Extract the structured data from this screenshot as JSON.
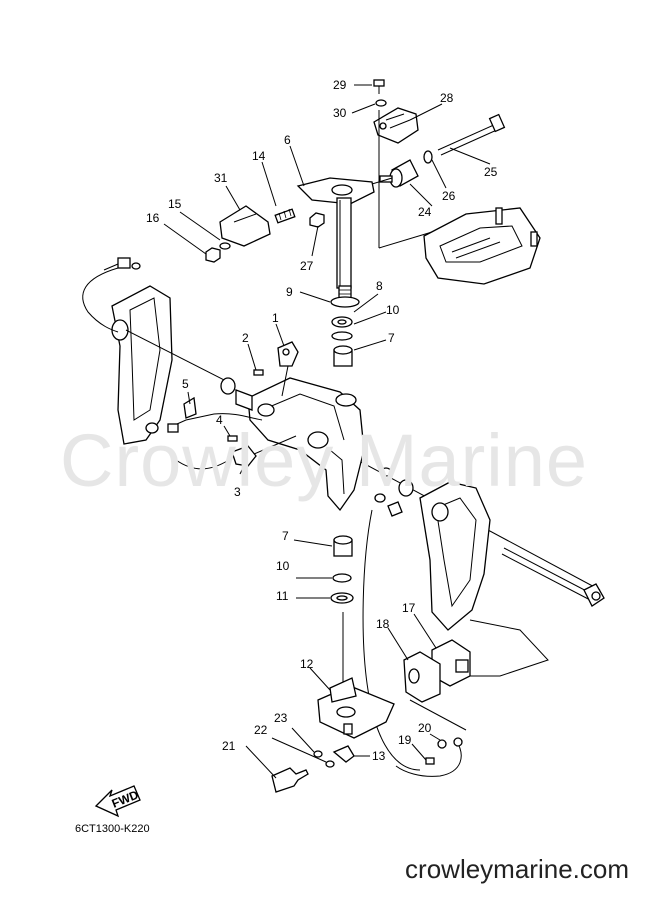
{
  "watermark": "Crowley Marine",
  "part_code": "6CT1300-K220",
  "site_url": "crowleymarine.com",
  "fwd_label": "FWD",
  "callouts": {
    "c29": "29",
    "c30": "30",
    "c28": "28",
    "c6": "6",
    "c14": "14",
    "c31": "31",
    "c25": "25",
    "c26": "26",
    "c24": "24",
    "c15": "15",
    "c16": "16",
    "c27": "27",
    "c8": "8",
    "c9": "9",
    "c10a": "10",
    "c1": "1",
    "c2": "2",
    "c7a": "7",
    "c5": "5",
    "c4": "4",
    "c3": "3",
    "c7b": "7",
    "c10b": "10",
    "c11": "11",
    "c17": "17",
    "c18": "18",
    "c12": "12",
    "c20": "20",
    "c23": "23",
    "c22": "22",
    "c19": "19",
    "c21": "21",
    "c13": "13"
  }
}
